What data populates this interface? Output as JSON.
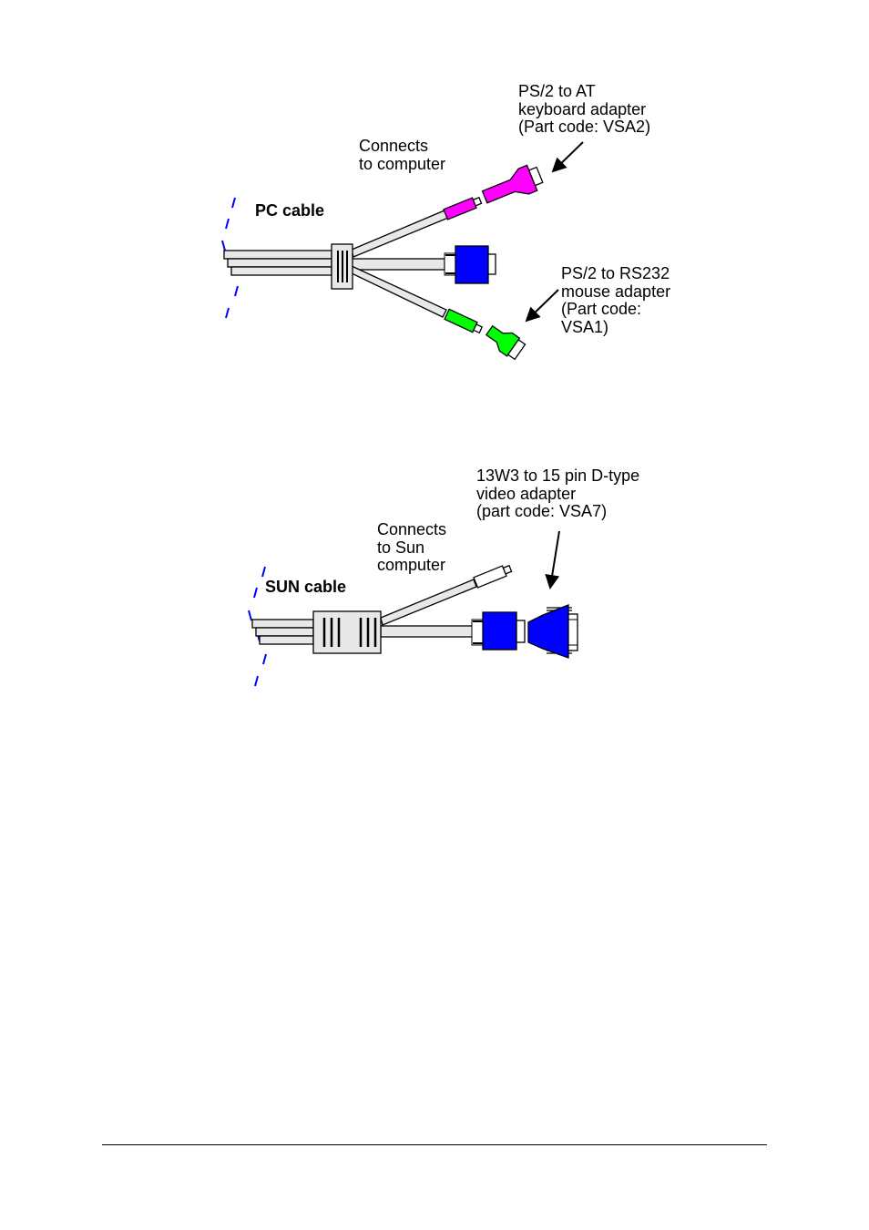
{
  "pc_diagram": {
    "cable_label": "PC cable",
    "connects_label": [
      "Connects",
      "to computer"
    ],
    "keyboard_adapter_label": [
      "PS/2 to AT",
      "keyboard adapter",
      "(Part code: VSA2)"
    ],
    "mouse_adapter_label": [
      "PS/2 to RS232",
      "mouse adapter",
      "(Part code:",
      "VSA1)"
    ]
  },
  "sun_diagram": {
    "cable_label": "SUN cable",
    "connects_label": [
      "Connects",
      "to Sun",
      "computer"
    ],
    "video_adapter_label": [
      "13W3 to 15 pin D-type",
      "video adapter",
      "(part code: VSA7)"
    ]
  },
  "colors": {
    "keyboard_plug": "#ff00ff",
    "mouse_plug": "#00ff00",
    "video_plug": "#0000ff",
    "cable": "#e8e8e8",
    "cut_marks": "#0000ff"
  }
}
